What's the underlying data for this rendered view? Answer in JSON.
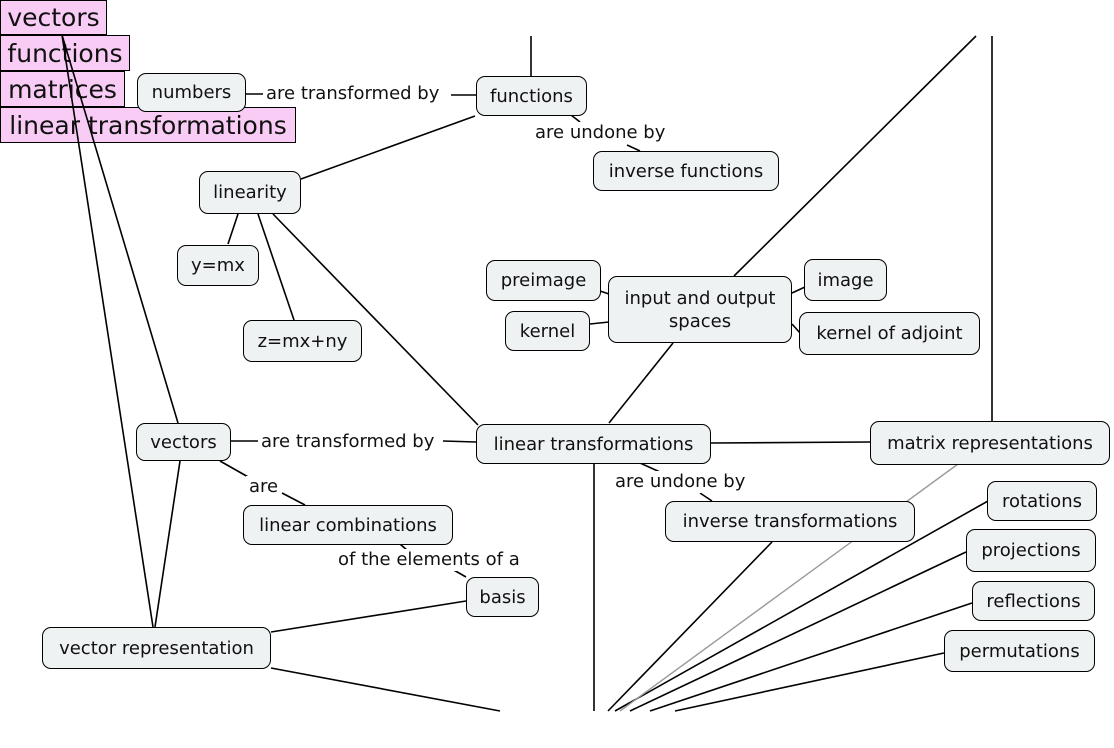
{
  "colors": {
    "node_fill": "#eef2f3",
    "top_fill": "#f8ccf4",
    "edge": "#000000",
    "edge_light": "#999999"
  },
  "top_nodes": {
    "vectors": "vectors",
    "functions": "functions",
    "matrices": "matrices",
    "linear_transformations": "linear transformations"
  },
  "nodes": {
    "numbers": "numbers",
    "functions": "functions",
    "inverse_functions": "inverse functions",
    "linearity": "linearity",
    "y_mx": "y=mx",
    "z_mx_ny": "z=mx+ny",
    "preimage": "preimage",
    "input_output_spaces": "input and output\nspaces",
    "image": "image",
    "kernel": "kernel",
    "kernel_of_adjoint": "kernel of adjoint",
    "vectors": "vectors",
    "linear_transformations": "linear transformations",
    "matrix_representations": "matrix representations",
    "linear_combinations": "linear combinations",
    "inverse_transformations": "inverse transformations",
    "rotations": "rotations",
    "projections": "projections",
    "basis": "basis",
    "reflections": "reflections",
    "vector_representation": "vector representation",
    "permutations": "permutations"
  },
  "link_labels": {
    "numbers_functions": "are transformed by",
    "functions_inverse": "are undone by",
    "vectors_lt": "are transformed by",
    "vectors_are": "are",
    "lt_inverse": "are undone by",
    "lc_basis": "of the elements of a"
  }
}
